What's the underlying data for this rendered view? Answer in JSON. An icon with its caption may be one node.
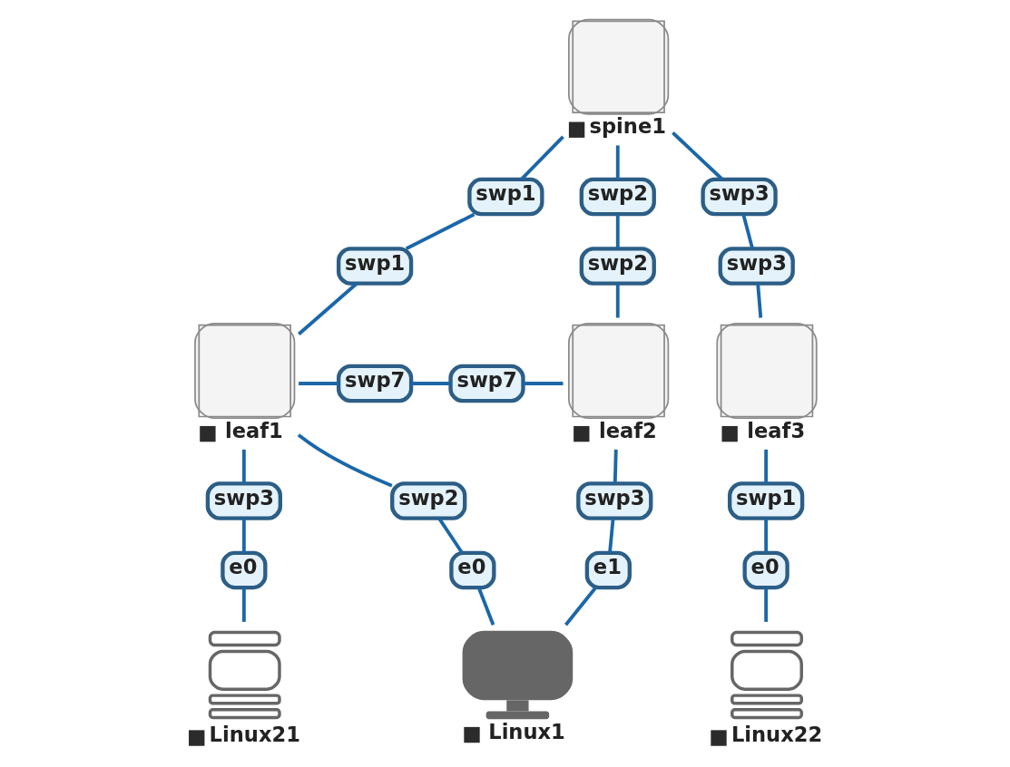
{
  "diagram": {
    "nodes": [
      {
        "text": [
          "spine1"
        ]
      },
      {
        "text": [
          "swp1"
        ]
      },
      {
        "text": [
          "swp2"
        ]
      },
      {
        "text": [
          "swp3"
        ]
      },
      {
        "text": [
          "swp1"
        ]
      },
      {
        "text": [
          "swp2"
        ]
      },
      {
        "text": [
          "swp3"
        ]
      },
      {
        "text": [
          "leaf1"
        ]
      },
      {
        "text": [
          "swp7"
        ]
      },
      {
        "text": [
          "swp7"
        ]
      },
      {
        "text": [
          "leaf2"
        ]
      },
      {
        "text": [
          "leaf3"
        ]
      },
      {
        "text": [
          "swp3"
        ]
      },
      {
        "text": [
          "swp2"
        ]
      },
      {
        "text": [
          "swp3"
        ]
      },
      {
        "text": [
          "swp1"
        ]
      },
      {
        "text": [
          "e0"
        ]
      },
      {
        "text": [
          "e0"
        ]
      },
      {
        "text": [
          "e1"
        ]
      },
      {
        "text": [
          "e0"
        ]
      },
      {
        "text": [
          "Linux21"
        ]
      },
      {
        "text": [
          "Linux1"
        ]
      },
      {
        "text": [
          "Linux22"
        ]
      }
    ],
    "edges": [
      {
        "from": 0,
        "to": 1,
        "arrow": "none"
      },
      {
        "from": 1,
        "to": 4,
        "arrow": "none"
      },
      {
        "from": 4,
        "to": 7,
        "arrow": "none"
      },
      {
        "from": 0,
        "to": 2,
        "arrow": "none"
      },
      {
        "from": 2,
        "to": 5,
        "arrow": "none"
      },
      {
        "from": 5,
        "to": 10,
        "arrow": "none"
      },
      {
        "from": 0,
        "to": 3,
        "arrow": "none"
      },
      {
        "from": 3,
        "to": 6,
        "arrow": "none"
      },
      {
        "from": 6,
        "to": 11,
        "arrow": "none"
      },
      {
        "from": 7,
        "to": 8,
        "arrow": "none"
      },
      {
        "from": 8,
        "to": 9,
        "arrow": "none"
      },
      {
        "from": 9,
        "to": 10,
        "arrow": "none"
      },
      {
        "from": 7,
        "to": 12,
        "arrow": "none"
      },
      {
        "from": 12,
        "to": 16,
        "arrow": "none"
      },
      {
        "from": 16,
        "to": 20,
        "arrow": "none"
      },
      {
        "from": 7,
        "to": 13,
        "arrow": "none"
      },
      {
        "from": 13,
        "to": 17,
        "arrow": "none"
      },
      {
        "from": 17,
        "to": 21,
        "arrow": "none"
      },
      {
        "from": 10,
        "to": 14,
        "arrow": "none"
      },
      {
        "from": 14,
        "to": 18,
        "arrow": "none"
      },
      {
        "from": 18,
        "to": 21,
        "arrow": "none"
      },
      {
        "from": 11,
        "to": 15,
        "arrow": "none"
      },
      {
        "from": 15,
        "to": 19,
        "arrow": "none"
      },
      {
        "from": 19,
        "to": 22,
        "arrow": "none"
      }
    ]
  }
}
